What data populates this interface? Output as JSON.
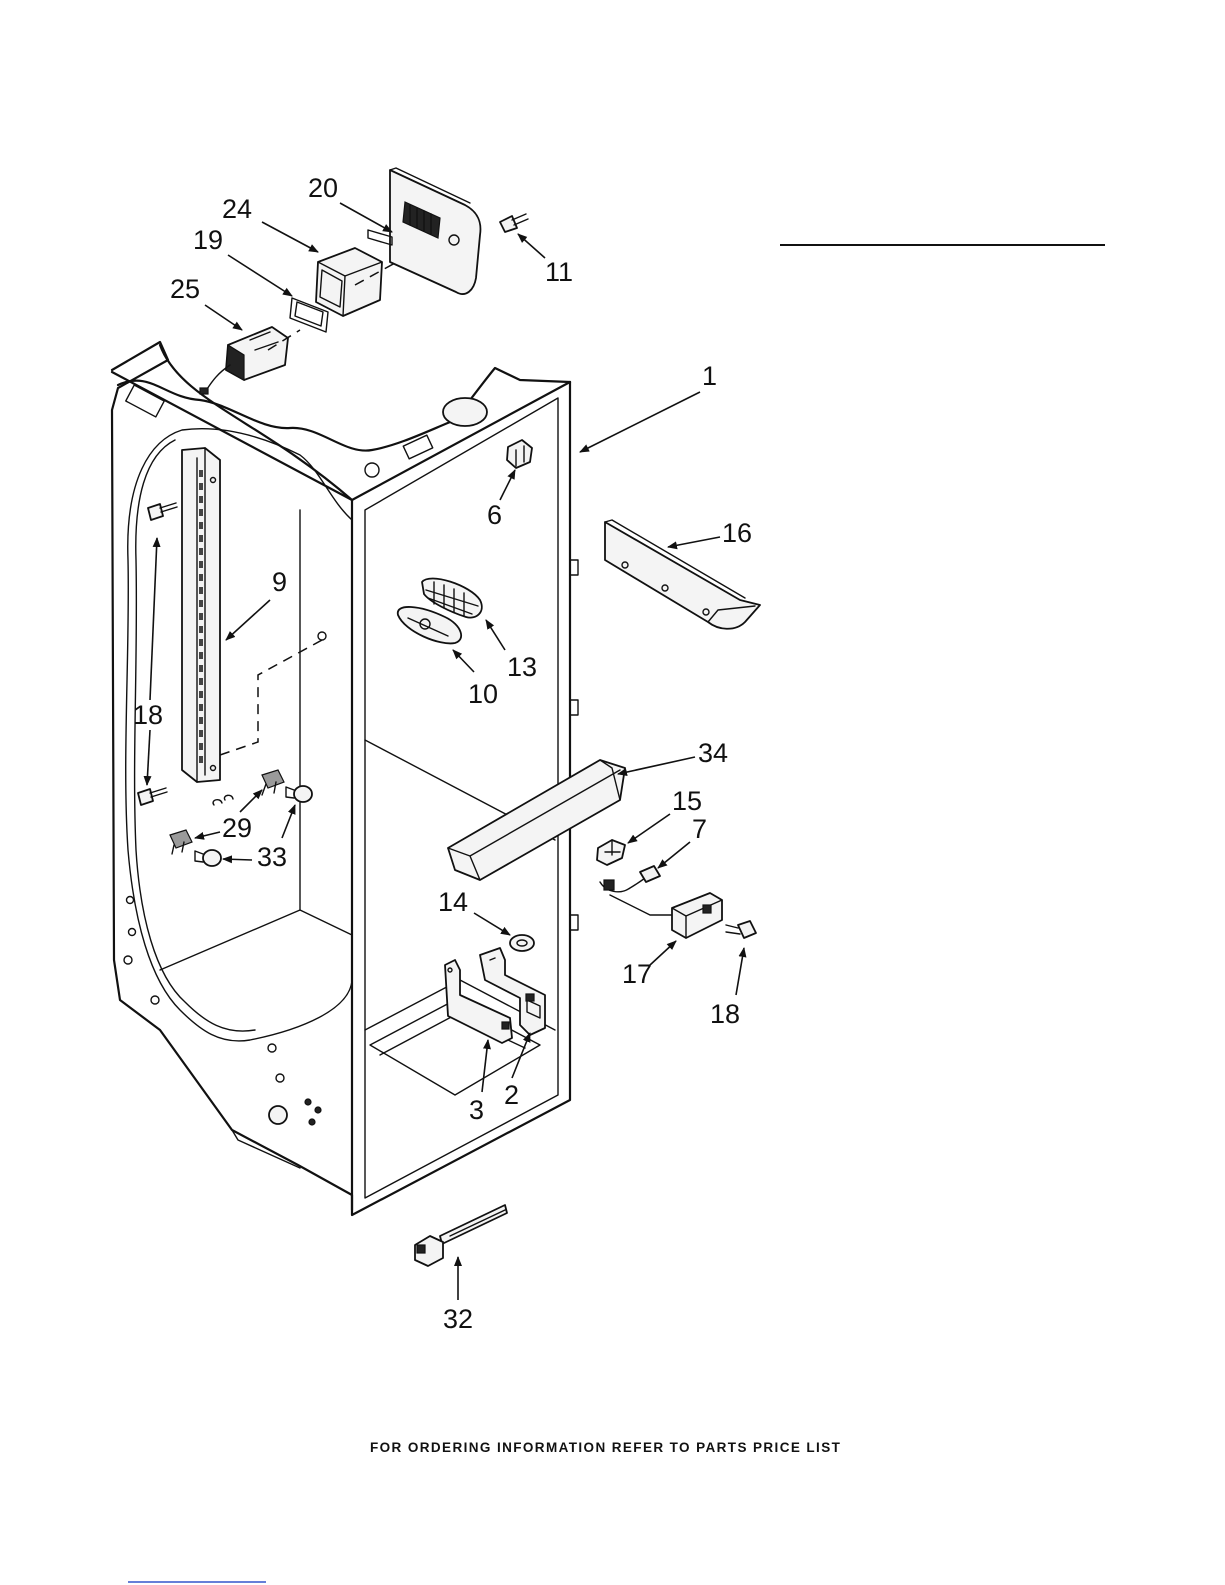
{
  "callouts": {
    "c1": "1",
    "c2": "2",
    "c3": "3",
    "c6": "6",
    "c7": "7",
    "c9": "9",
    "c10": "10",
    "c11": "11",
    "c13": "13",
    "c14": "14",
    "c15": "15",
    "c16": "16",
    "c17": "17",
    "c18a": "18",
    "c18b": "18",
    "c19": "19",
    "c20": "20",
    "c24": "24",
    "c25": "25",
    "c29": "29",
    "c32": "32",
    "c33": "33",
    "c34": "34"
  },
  "footer": "FOR ORDERING INFORMATION REFER TO PARTS PRICE LIST"
}
